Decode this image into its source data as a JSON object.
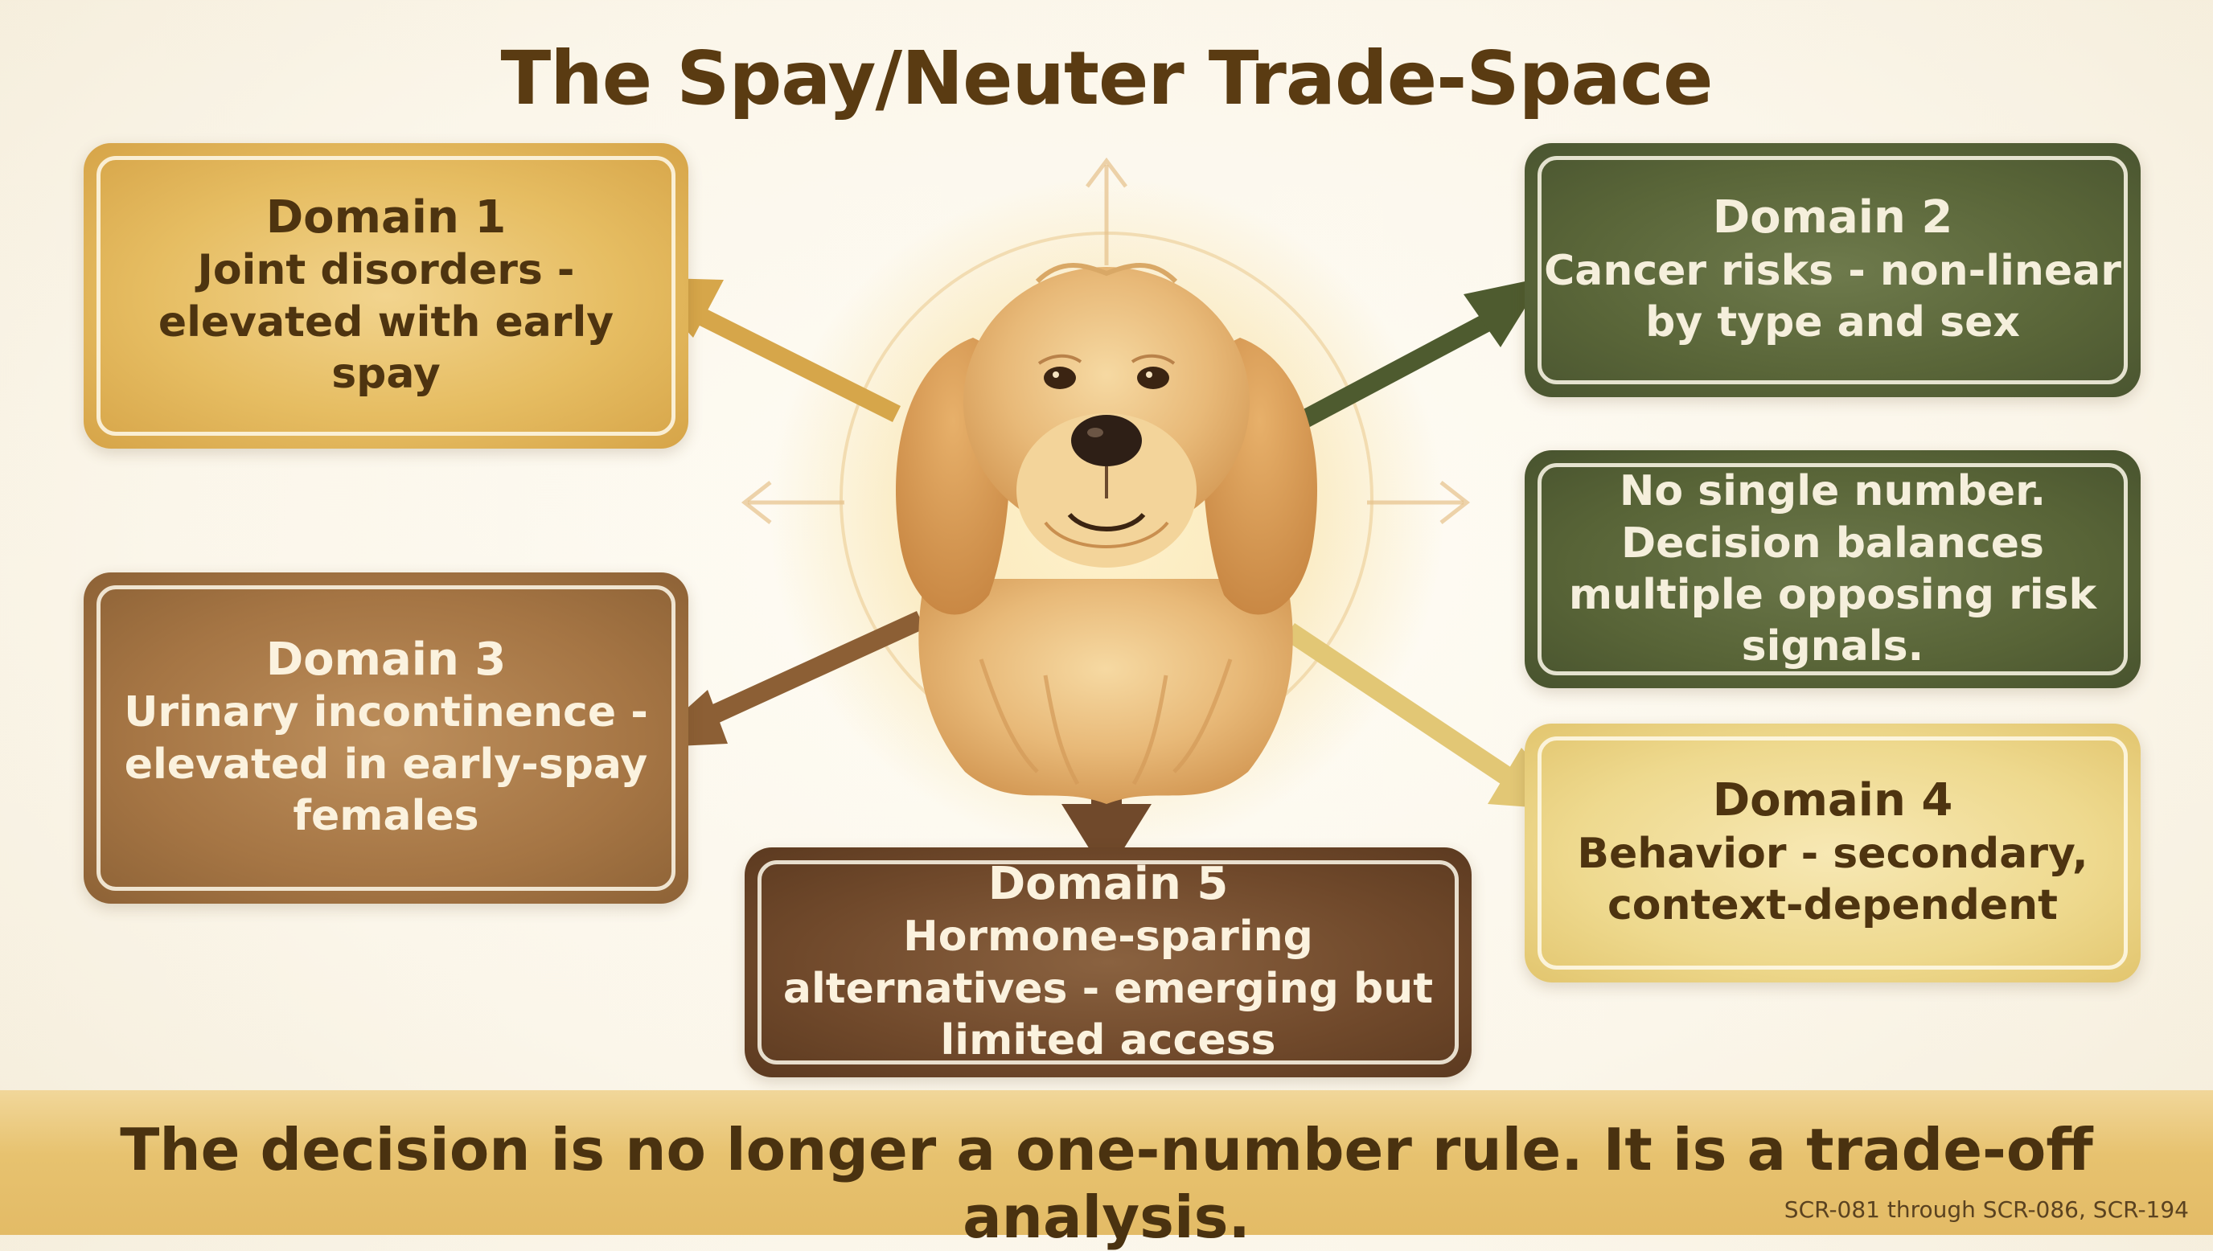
{
  "title": "The Spay/Neuter Trade-Space",
  "cards": {
    "domain1": {
      "head": "Domain 1",
      "body": "Joint disorders - elevated with early spay"
    },
    "domain2": {
      "head": "Domain 2",
      "body": "Cancer risks - non-linear by type and sex"
    },
    "note": {
      "body": "No single number. Decision balances multiple opposing risk signals."
    },
    "domain3": {
      "head": "Domain 3",
      "body": "Urinary incontinence - elevated in early-spay females"
    },
    "domain4": {
      "head": "Domain 4",
      "body": "Behavior - secondary, context-dependent"
    },
    "domain5": {
      "head": "Domain 5",
      "body": "Hormone-sparing alternatives - emerging but limited access"
    }
  },
  "center_image": {
    "icon": "golden-retriever-icon"
  },
  "banner": "The decision is no longer a one-number rule. It is a trade-off analysis.",
  "references": "SCR-081 through SCR-086, SCR-194",
  "colors": {
    "title": "#5a3b12",
    "domain1": "#e6bd62",
    "domain2": "#596538",
    "note": "#586437",
    "domain3": "#a57544",
    "domain4": "#eed98e",
    "domain5": "#70492b",
    "banner": "#e7c26f"
  }
}
